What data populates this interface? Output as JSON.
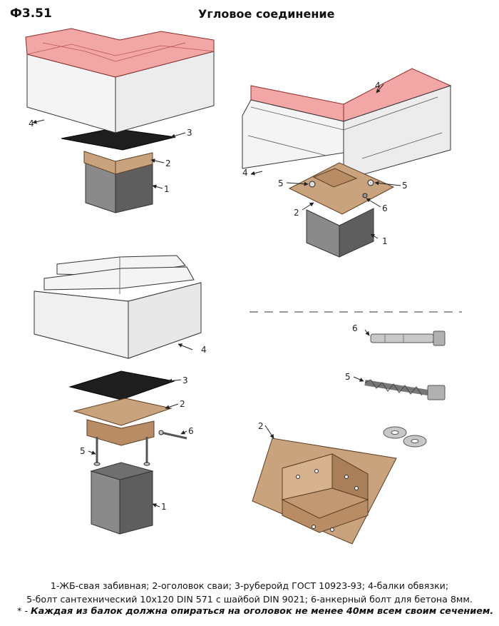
{
  "header": {
    "code": "Ф3.51",
    "title": "Угловое соединение"
  },
  "labels": {
    "pile": "1",
    "cap": "2",
    "roofing": "3",
    "beam": "4",
    "bolt": "5",
    "anchor": "6"
  },
  "legend": {
    "line1": "1-ЖБ-свая забивная; 2-оголовок сваи; 3-руберойд ГОСТ 10923-93; 4-балки обвязки;",
    "line2": "5-болт сантехнический 10x120 DIN 571 с шайбой DIN 9021; 6-анкерный болт для бетона 8мм.",
    "note_mark": "* -",
    "note_text": "Каждая из балок должна опираться на оголовок не менее 40мм всем своим сечением."
  },
  "colors": {
    "pile": "#6b6b6b",
    "cap": "#c9a27e",
    "roofing": "#1e1e1e",
    "beam": "#f4f4f4",
    "cut": "#f2a6a6",
    "metal": "#b5b5b5"
  }
}
